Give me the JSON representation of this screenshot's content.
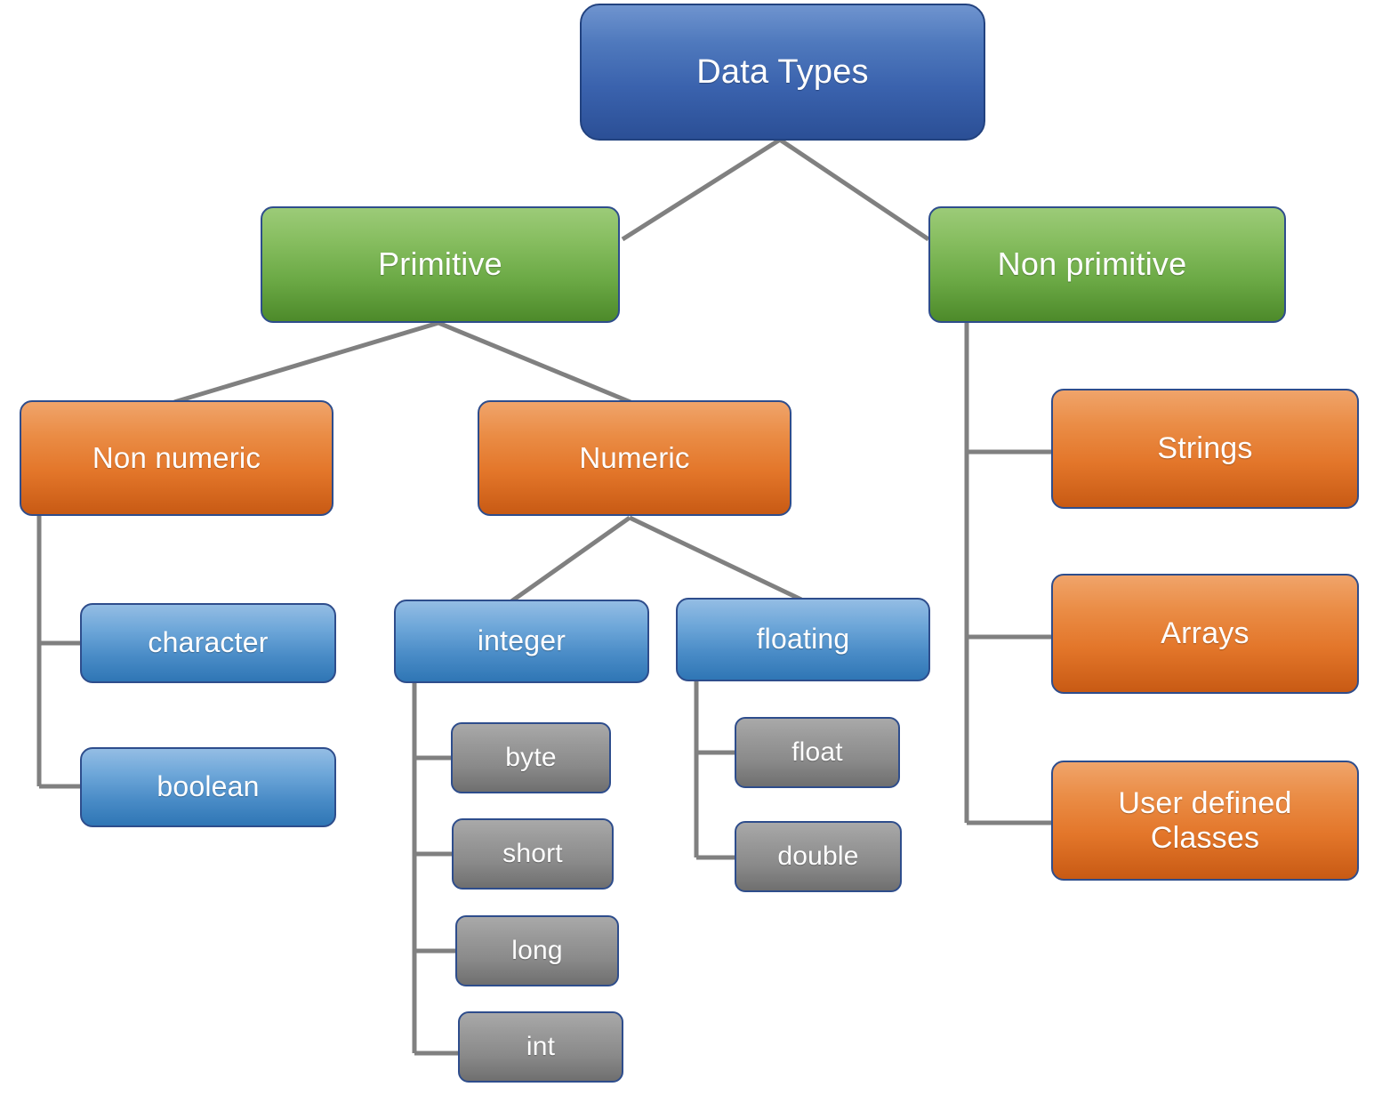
{
  "diagram": {
    "title": "Data Types",
    "type": "hierarchy-tree",
    "colors": {
      "root": "#3a62ad",
      "category": "#6ba945",
      "group": "#e3762a",
      "subgroup": "#4a8cc7",
      "leaf": "#8a8a8a",
      "border": "#2e4d8c",
      "connector": "#808080",
      "background": "#ffffff",
      "label": "#ffffff"
    },
    "nodes": {
      "root": "Data Types",
      "primitive": "Primitive",
      "non_primitive": "Non primitive",
      "non_numeric": "Non numeric",
      "numeric": "Numeric",
      "character": "character",
      "boolean": "boolean",
      "integer": "integer",
      "floating": "floating",
      "byte": "byte",
      "short": "short",
      "long": "long",
      "int": "int",
      "float": "float",
      "double": "double",
      "strings": "Strings",
      "arrays": "Arrays",
      "user_defined_classes_line1": "User defined",
      "user_defined_classes_line2": "Classes"
    },
    "tree": [
      {
        "label": "Data Types",
        "children": [
          {
            "label": "Primitive",
            "children": [
              {
                "label": "Non numeric",
                "children": [
                  {
                    "label": "character",
                    "children": []
                  },
                  {
                    "label": "boolean",
                    "children": []
                  }
                ]
              },
              {
                "label": "Numeric",
                "children": [
                  {
                    "label": "integer",
                    "children": [
                      {
                        "label": "byte",
                        "children": []
                      },
                      {
                        "label": "short",
                        "children": []
                      },
                      {
                        "label": "long",
                        "children": []
                      },
                      {
                        "label": "int",
                        "children": []
                      }
                    ]
                  },
                  {
                    "label": "floating",
                    "children": [
                      {
                        "label": "float",
                        "children": []
                      },
                      {
                        "label": "double",
                        "children": []
                      }
                    ]
                  }
                ]
              }
            ]
          },
          {
            "label": "Non primitive",
            "children": [
              {
                "label": "Strings",
                "children": []
              },
              {
                "label": "Arrays",
                "children": []
              },
              {
                "label": "User defined Classes",
                "children": []
              }
            ]
          }
        ]
      }
    ]
  }
}
